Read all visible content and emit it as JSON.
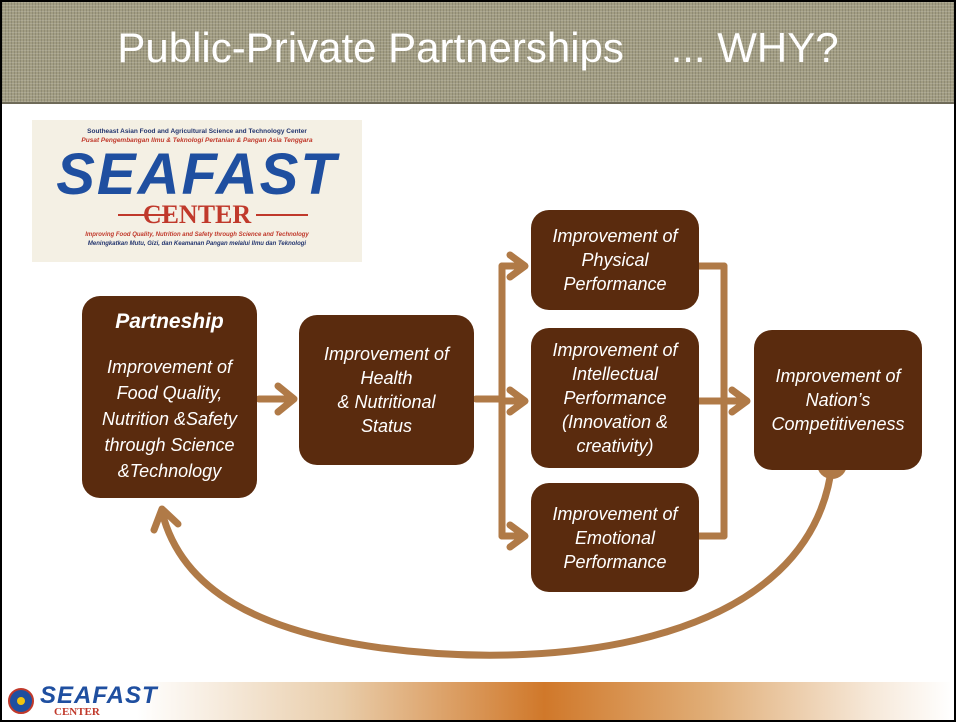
{
  "title": "Public-Private Partnerships    ... WHY?",
  "logo": {
    "line1": "Southeast Asian Food and Agricultural Science and Technology Center",
    "line2": "Pusat Pengembangan Ilmu & Teknologi Pertanian & Pangan Asia Tenggara",
    "wordmark": "SEAFAST",
    "center": "CENTER",
    "tagline1": "Improving Food Quality, Nutrition and Safety through Science and Technology",
    "tagline2": "Meningkatkan Mutu, Gizi, dan Keamanan Pangan melalui Ilmu dan Teknologi"
  },
  "nodes": {
    "partnership": {
      "heading": "Partneship",
      "body": "Improvement of\nFood Quality,\nNutrition &Safety\nthrough Science\n&Technology"
    },
    "health": "Improvement of\nHealth\n& Nutritional\nStatus",
    "physical": "Improvement of\nPhysical\nPerformance",
    "intellectual": "Improvement of\nIntellectual\nPerformance\n(Innovation &\ncreativity)",
    "emotional": "Improvement of\nEmotional\nPerformance",
    "nation": "Improvement of\nNation’s\nCompetitiveness"
  },
  "footer": {
    "logo_word": "SEAFAST",
    "logo_center": "CENTER"
  },
  "colors": {
    "box": "#5a2b0e",
    "arrow": "#b07a47",
    "header": "#a29d83"
  }
}
